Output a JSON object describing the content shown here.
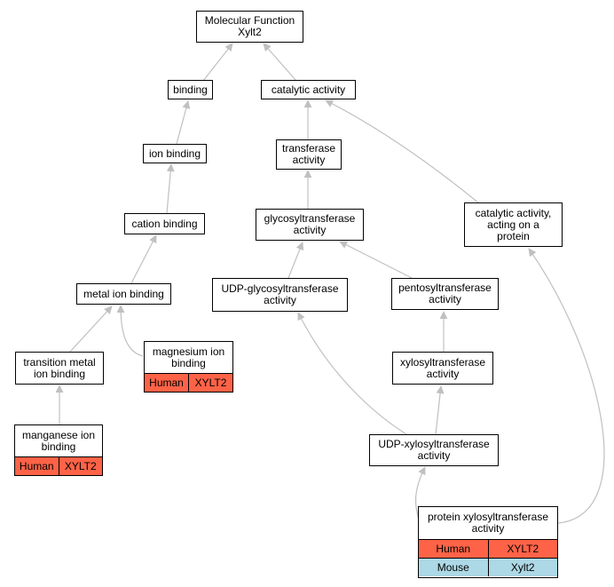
{
  "colors": {
    "edge": "#c0c0c0",
    "human": "#ff6347",
    "mouse": "#add8e6"
  },
  "nodes": {
    "molecular_function": {
      "label": "Molecular Function\nXylt2"
    },
    "binding": {
      "label": "binding"
    },
    "catalytic_activity": {
      "label": "catalytic activity"
    },
    "ion_binding": {
      "label": "ion binding"
    },
    "transferase_activity": {
      "label": "transferase\nactivity"
    },
    "cation_binding": {
      "label": "cation binding"
    },
    "glycosyltransferase_activity": {
      "label": "glycosyltransferase\nactivity"
    },
    "catalytic_activity_protein": {
      "label": "catalytic activity,\nacting on a\nprotein"
    },
    "metal_ion_binding": {
      "label": "metal ion binding"
    },
    "udp_glycosyltransferase_activity": {
      "label": "UDP-glycosyltransferase\nactivity"
    },
    "pentosyltransferase_activity": {
      "label": "pentosyltransferase\nactivity"
    },
    "magnesium_ion_binding": {
      "label": "magnesium ion\nbinding",
      "rows": [
        {
          "species": "Human",
          "gene": "XYLT2",
          "kind": "human"
        }
      ]
    },
    "transition_metal_ion_binding": {
      "label": "transition metal\nion binding"
    },
    "xylosyltransferase_activity": {
      "label": "xylosyltransferase\nactivity"
    },
    "manganese_ion_binding": {
      "label": "manganese ion\nbinding",
      "rows": [
        {
          "species": "Human",
          "gene": "XYLT2",
          "kind": "human"
        }
      ]
    },
    "udp_xylosyltransferase_activity": {
      "label": "UDP-xylosyltransferase\nactivity"
    },
    "protein_xylosyltransferase_activity": {
      "label": "protein xylosyltransferase\nactivity",
      "rows": [
        {
          "species": "Human",
          "gene": "XYLT2",
          "kind": "human"
        },
        {
          "species": "Mouse",
          "gene": "Xylt2",
          "kind": "mouse"
        }
      ]
    }
  }
}
